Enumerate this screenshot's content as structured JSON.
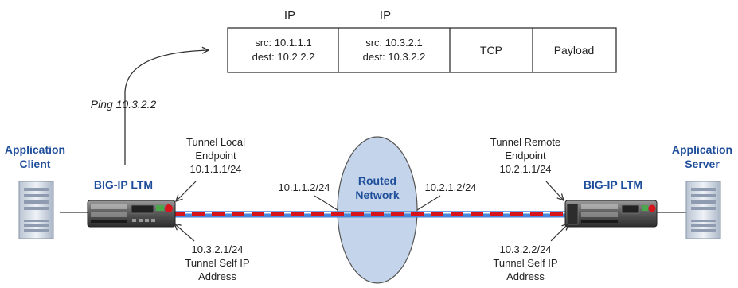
{
  "packet": {
    "headers": [
      "IP",
      "IP"
    ],
    "cells": [
      {
        "line1": "src: 10.1.1.1",
        "line2": "dest: 10.2.2.2"
      },
      {
        "line1": "src: 10.3.2.1",
        "line2": "dest: 10.3.2.2"
      },
      {
        "line1": "TCP"
      },
      {
        "line1": "Payload"
      }
    ]
  },
  "ping_label": "Ping 10.3.2.2",
  "client": {
    "line1": "Application",
    "line2": "Client"
  },
  "server": {
    "line1": "Application",
    "line2": "Server"
  },
  "left_ltm": "BIG-IP LTM",
  "right_ltm": "BIG-IP LTM",
  "tunnel_local": {
    "line1": "Tunnel Local",
    "line2": "Endpoint",
    "line3": "10.1.1.1/24"
  },
  "tunnel_remote": {
    "line1": "Tunnel Remote",
    "line2": "Endpoint",
    "line3": "10.2.1.1/24"
  },
  "routed_network": {
    "line1": "Routed",
    "line2": "Network"
  },
  "left_iface": "10.1.1.2/24",
  "right_iface": "10.2.1.2/24",
  "left_self_ip": {
    "line1": "10.3.2.1/24",
    "line2": "Tunnel Self IP",
    "line3": "Address"
  },
  "right_self_ip": {
    "line1": "10.3.2.2/24",
    "line2": "Tunnel Self IP",
    "line3": "Address"
  },
  "colors": {
    "label_blue": "#1f4e9a",
    "tunnel_red": "#d7141a",
    "tunnel_blue": "#4a86d8",
    "cloud_fill": "#c4d4ea",
    "text": "#222222"
  },
  "icons": [
    "server-tower-icon",
    "big-ip-appliance-icon",
    "ellipse-network-icon"
  ]
}
